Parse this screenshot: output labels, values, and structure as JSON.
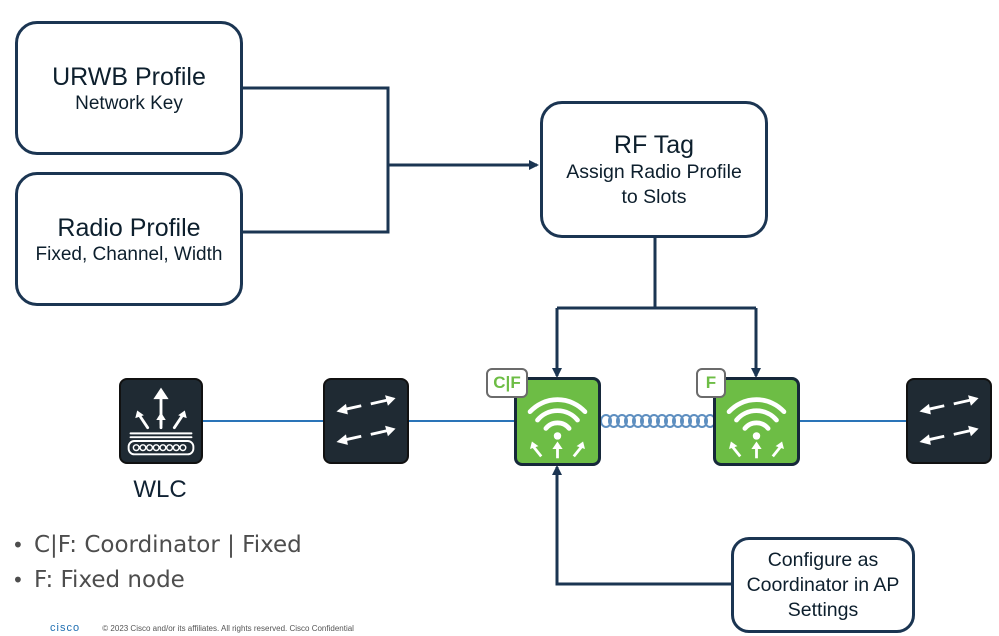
{
  "boxes": {
    "urwb_profile": {
      "title": "URWB Profile",
      "subtitle": "Network Key"
    },
    "radio_profile": {
      "title": "Radio Profile",
      "subtitle": "Fixed, Channel, Width"
    },
    "rf_tag": {
      "title": "RF Tag",
      "line1": "Assign Radio Profile",
      "line2": "to Slots"
    },
    "configure": {
      "line1": "Configure as",
      "line2": "Coordinator in AP",
      "line3": "Settings"
    }
  },
  "devices": {
    "wlc_label": "WLC",
    "ap1_badge": "C|F",
    "ap2_badge": "F"
  },
  "legend": [
    {
      "bullet": "•",
      "text": "C|F: Coordinator | Fixed"
    },
    {
      "bullet": "•",
      "text": "F: Fixed node"
    }
  ],
  "footer": {
    "logo": "cisco",
    "text": "© 2023 Cisco and/or its affiliates. All rights reserved. Cisco Confidential"
  },
  "colors": {
    "line": "#1b3552",
    "link_blue": "#2a74b8",
    "ap_green": "#6dbd45",
    "device_dark": "#1f2a33",
    "badge_text_green": "#6dbd45"
  }
}
